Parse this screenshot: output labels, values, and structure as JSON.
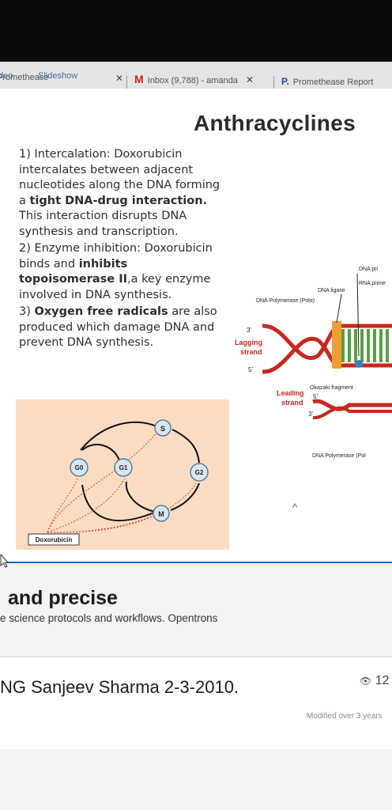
{
  "tabs": [
    {
      "label": "Promethease"
    },
    {
      "label": "Inbox (9,788) - amanda"
    },
    {
      "label": "Promethease Report"
    }
  ],
  "toolbar": {
    "video_label": "deo",
    "slideshow_label": "Slideshow"
  },
  "slide": {
    "title": "Anthracyclines",
    "p1_a": "1) Intercalation: Doxorubicin intercalates between adjacent nucleotides along the DNA forming a ",
    "p1_b": "tight DNA-drug interaction.",
    "p1_c": " This interaction disrupts DNA synthesis and transcription.",
    "p2_a": "2) Enzyme inhibition: Doxorubicin binds and ",
    "p2_b": "inhibits topoisomerase II",
    "p2_c": ",a key enzyme involved in DNA synthesis.",
    "p3_a": "3) ",
    "p3_b": "Oxygen free radicals",
    "p3_c": " are also produced which damage DNA and prevent DNA synthesis."
  },
  "dna_diagram": {
    "dna_pri": "DNA pri",
    "rna_prime": "RNA prime",
    "dna_ligase": "DNA ligase",
    "dna_pol_top": "DNA Polymerase (Polα)",
    "three_prime": "3'",
    "five_prime": "5'",
    "lagging_1": "Lagging",
    "lagging_2": "strand",
    "okazaki": "Okazaki fragment",
    "leading_1": "Leading",
    "leading_2": "strand",
    "dna_pol_bottom": "DNA Polymerase (Pol"
  },
  "cycle_diagram": {
    "s": "S",
    "g0": "G0",
    "g1": "G1",
    "g2": "G2",
    "m": "M",
    "drug": "Doxorubicin"
  },
  "collapse_label": "^",
  "page": {
    "headline": "and precise",
    "subline": "e science protocols and workflows. Opentrons",
    "author": "NG Sanjeev Sharma 2-3-2010.",
    "views": "12",
    "modified": "Modified over 3 years"
  },
  "colors": {
    "accent": "#1e64c8",
    "cycle_bg": "#fbdcc2",
    "dna_red": "#c8281e",
    "dna_green": "#5a9e46",
    "dna_orange": "#f0a030"
  }
}
